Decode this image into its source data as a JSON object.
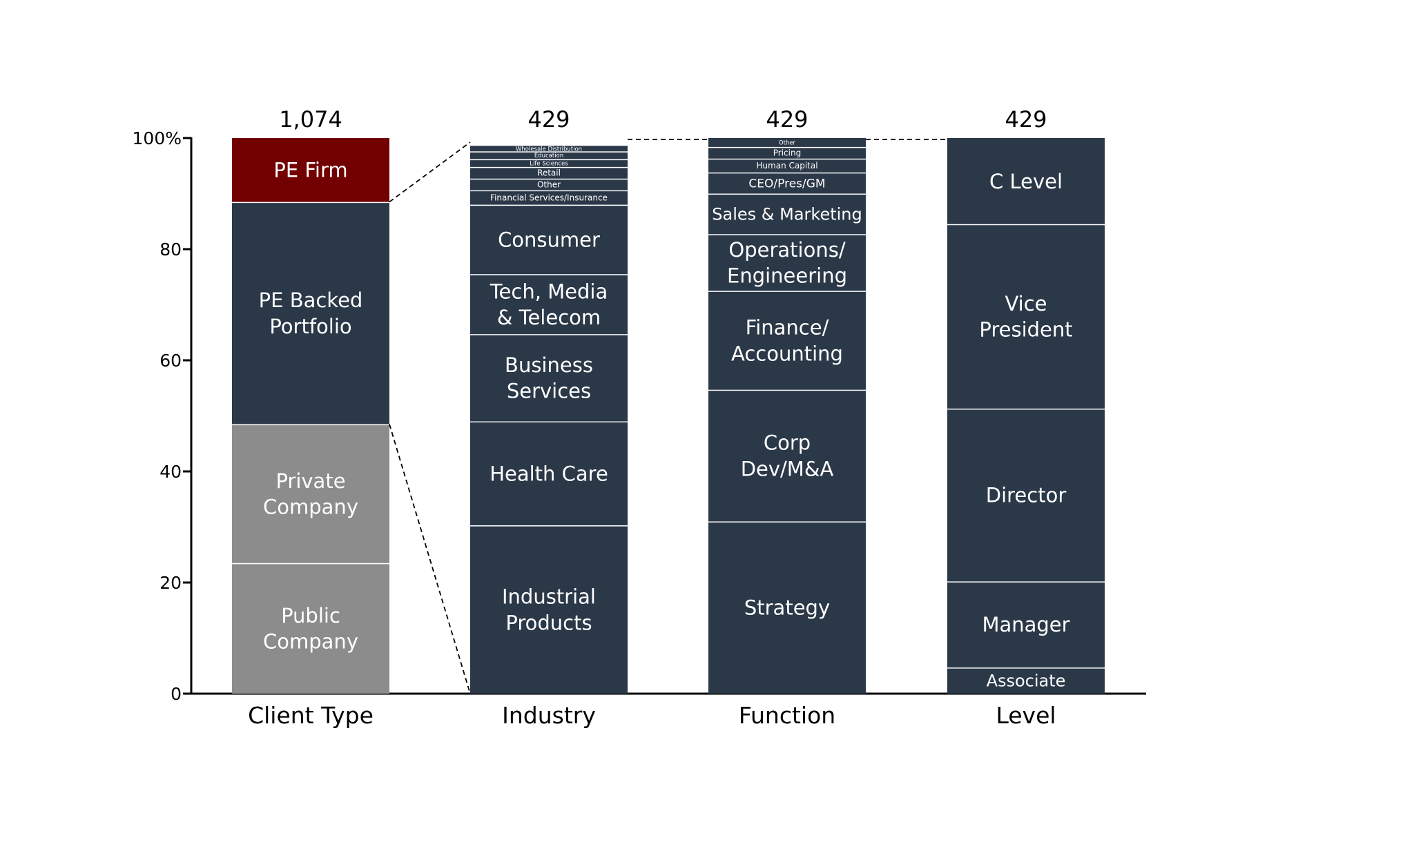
{
  "chart_data": {
    "type": "bar",
    "stacked": true,
    "ylim": [
      0,
      100
    ],
    "yticks": [
      0,
      20,
      40,
      60,
      80,
      100
    ],
    "ytick_labels": [
      "0",
      "20",
      "40",
      "60",
      "80",
      "100%"
    ],
    "colors": {
      "dark": "#2b3848",
      "gray": "#8c8c8c",
      "red": "#720000",
      "axis": "#000000",
      "separator": "#ffffff"
    },
    "bars": [
      {
        "category": "Client Type",
        "total_label": "1,074",
        "segments": [
          {
            "label": "Public Company",
            "value": 23.5,
            "color": "gray"
          },
          {
            "label": "Private Company",
            "value": 25.0,
            "color": "gray"
          },
          {
            "label": "PE Backed Portfolio",
            "value": 40.0,
            "color": "dark"
          },
          {
            "label": "PE Firm",
            "value": 11.5,
            "color": "red"
          }
        ]
      },
      {
        "category": "Industry",
        "total_label": "429",
        "segments": [
          {
            "label": "Industrial Products",
            "value": 30.3,
            "color": "dark"
          },
          {
            "label": "Health Care",
            "value": 18.7,
            "color": "dark"
          },
          {
            "label": "Business Services",
            "value": 15.7,
            "color": "dark"
          },
          {
            "label": "Tech, Media & Telecom",
            "value": 10.8,
            "color": "dark"
          },
          {
            "label": "Consumer",
            "value": 12.5,
            "color": "dark"
          },
          {
            "label": "Financial Services/Insurance",
            "value": 2.6,
            "color": "dark"
          },
          {
            "label": "Other",
            "value": 2.1,
            "color": "dark"
          },
          {
            "label": "Retail",
            "value": 2.1,
            "color": "dark"
          },
          {
            "label": "Life Sciences",
            "value": 1.4,
            "color": "dark"
          },
          {
            "label": "Education",
            "value": 1.4,
            "color": "dark"
          },
          {
            "label": "Wholesale Distribution",
            "value": 1.0,
            "color": "dark"
          }
        ]
      },
      {
        "category": "Function",
        "total_label": "429",
        "segments": [
          {
            "label": "Strategy",
            "value": 31.0,
            "color": "dark"
          },
          {
            "label": "Corp Dev/M&A",
            "value": 23.7,
            "color": "dark"
          },
          {
            "label": "Finance/ Accounting",
            "value": 17.8,
            "color": "dark"
          },
          {
            "label": "Operations/ Engineering",
            "value": 10.2,
            "color": "dark"
          },
          {
            "label": "Sales & Marketing",
            "value": 7.3,
            "color": "dark"
          },
          {
            "label": "CEO/Pres/GM",
            "value": 3.8,
            "color": "dark"
          },
          {
            "label": "Human Capital",
            "value": 2.5,
            "color": "dark"
          },
          {
            "label": "Pricing",
            "value": 2.1,
            "color": "dark"
          },
          {
            "label": "Other",
            "value": 1.6,
            "color": "dark"
          }
        ]
      },
      {
        "category": "Level",
        "total_label": "429",
        "segments": [
          {
            "label": "Associate",
            "value": 4.7,
            "color": "dark"
          },
          {
            "label": "Manager",
            "value": 15.5,
            "color": "dark"
          },
          {
            "label": "Director",
            "value": 31.1,
            "color": "dark"
          },
          {
            "label": "Vice President",
            "value": 33.2,
            "color": "dark"
          },
          {
            "label": "C Level",
            "value": 15.5,
            "color": "dark"
          }
        ]
      }
    ],
    "connector": {
      "from_bar": "Client Type",
      "segment_range": [
        "PE Backed Portfolio",
        "PE Backed Portfolio"
      ],
      "to_bar": "Industry",
      "style": "dashed"
    }
  }
}
